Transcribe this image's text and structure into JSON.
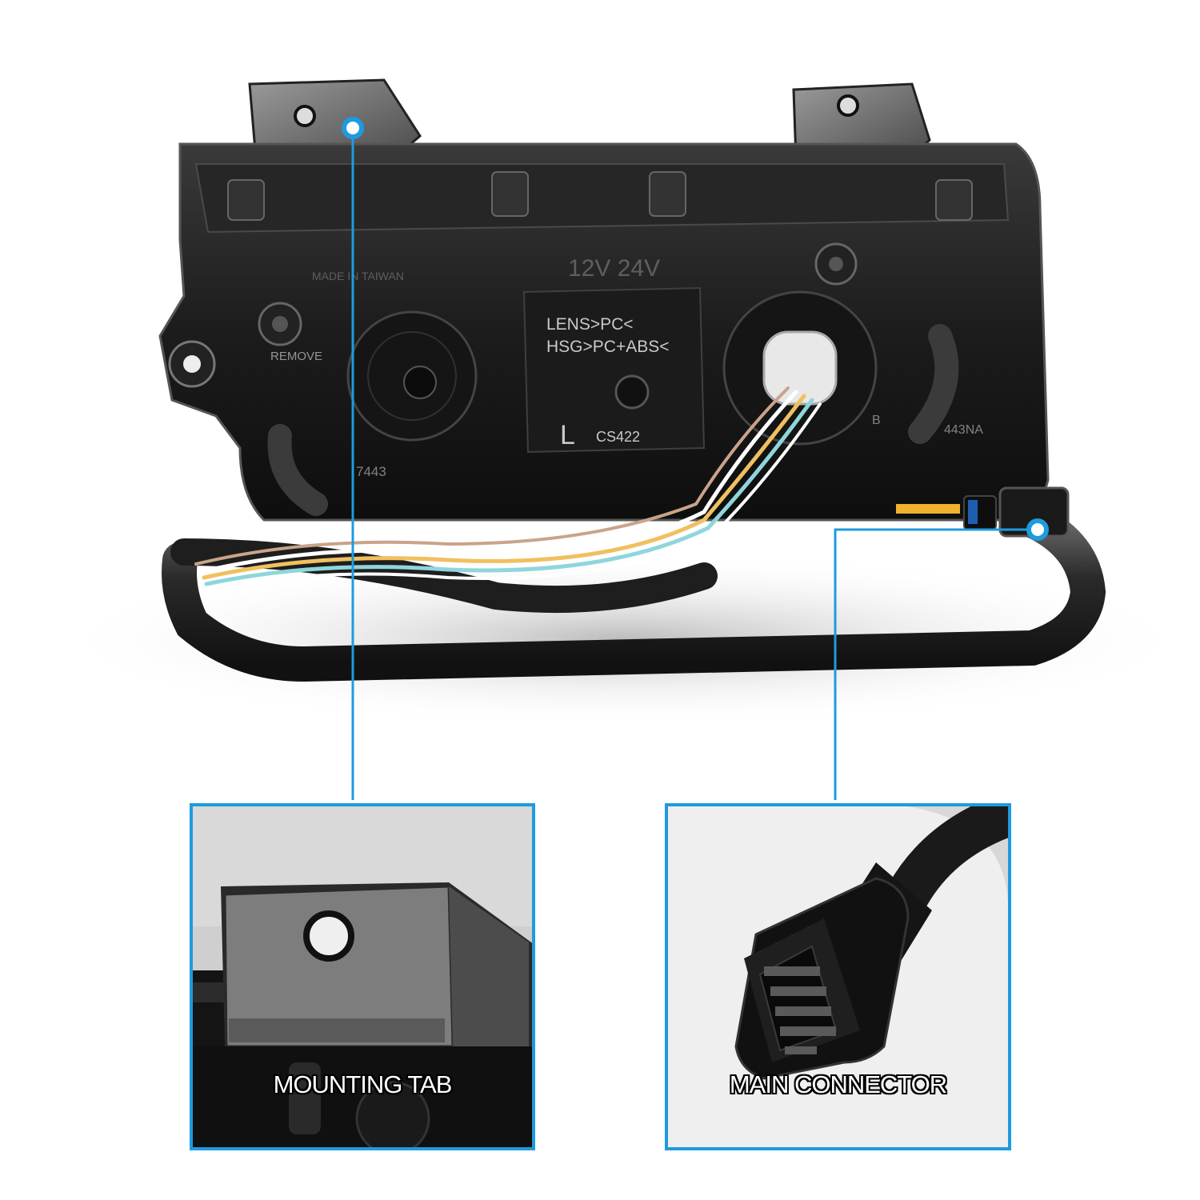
{
  "colors": {
    "accent": "#1e9be0",
    "housing": "#1a1a1a",
    "background": "#ffffff"
  },
  "housing_markings": {
    "material_lens": "LENS>PC<",
    "material_housing": "HSG>PC+ABS<",
    "side": "L",
    "part_code": "CS422",
    "remove": "REMOVE",
    "origin": "MADE IN TAIWAN",
    "voltage": "12V 24V",
    "mold_number": "7443",
    "suffix": "443NA",
    "bulb_letter": "B"
  },
  "callouts": [
    {
      "label": "MOUNTING TAB",
      "icon": "mounting-tab-closeup"
    },
    {
      "label": "MAIN CONNECTOR",
      "icon": "connector-closeup"
    }
  ]
}
